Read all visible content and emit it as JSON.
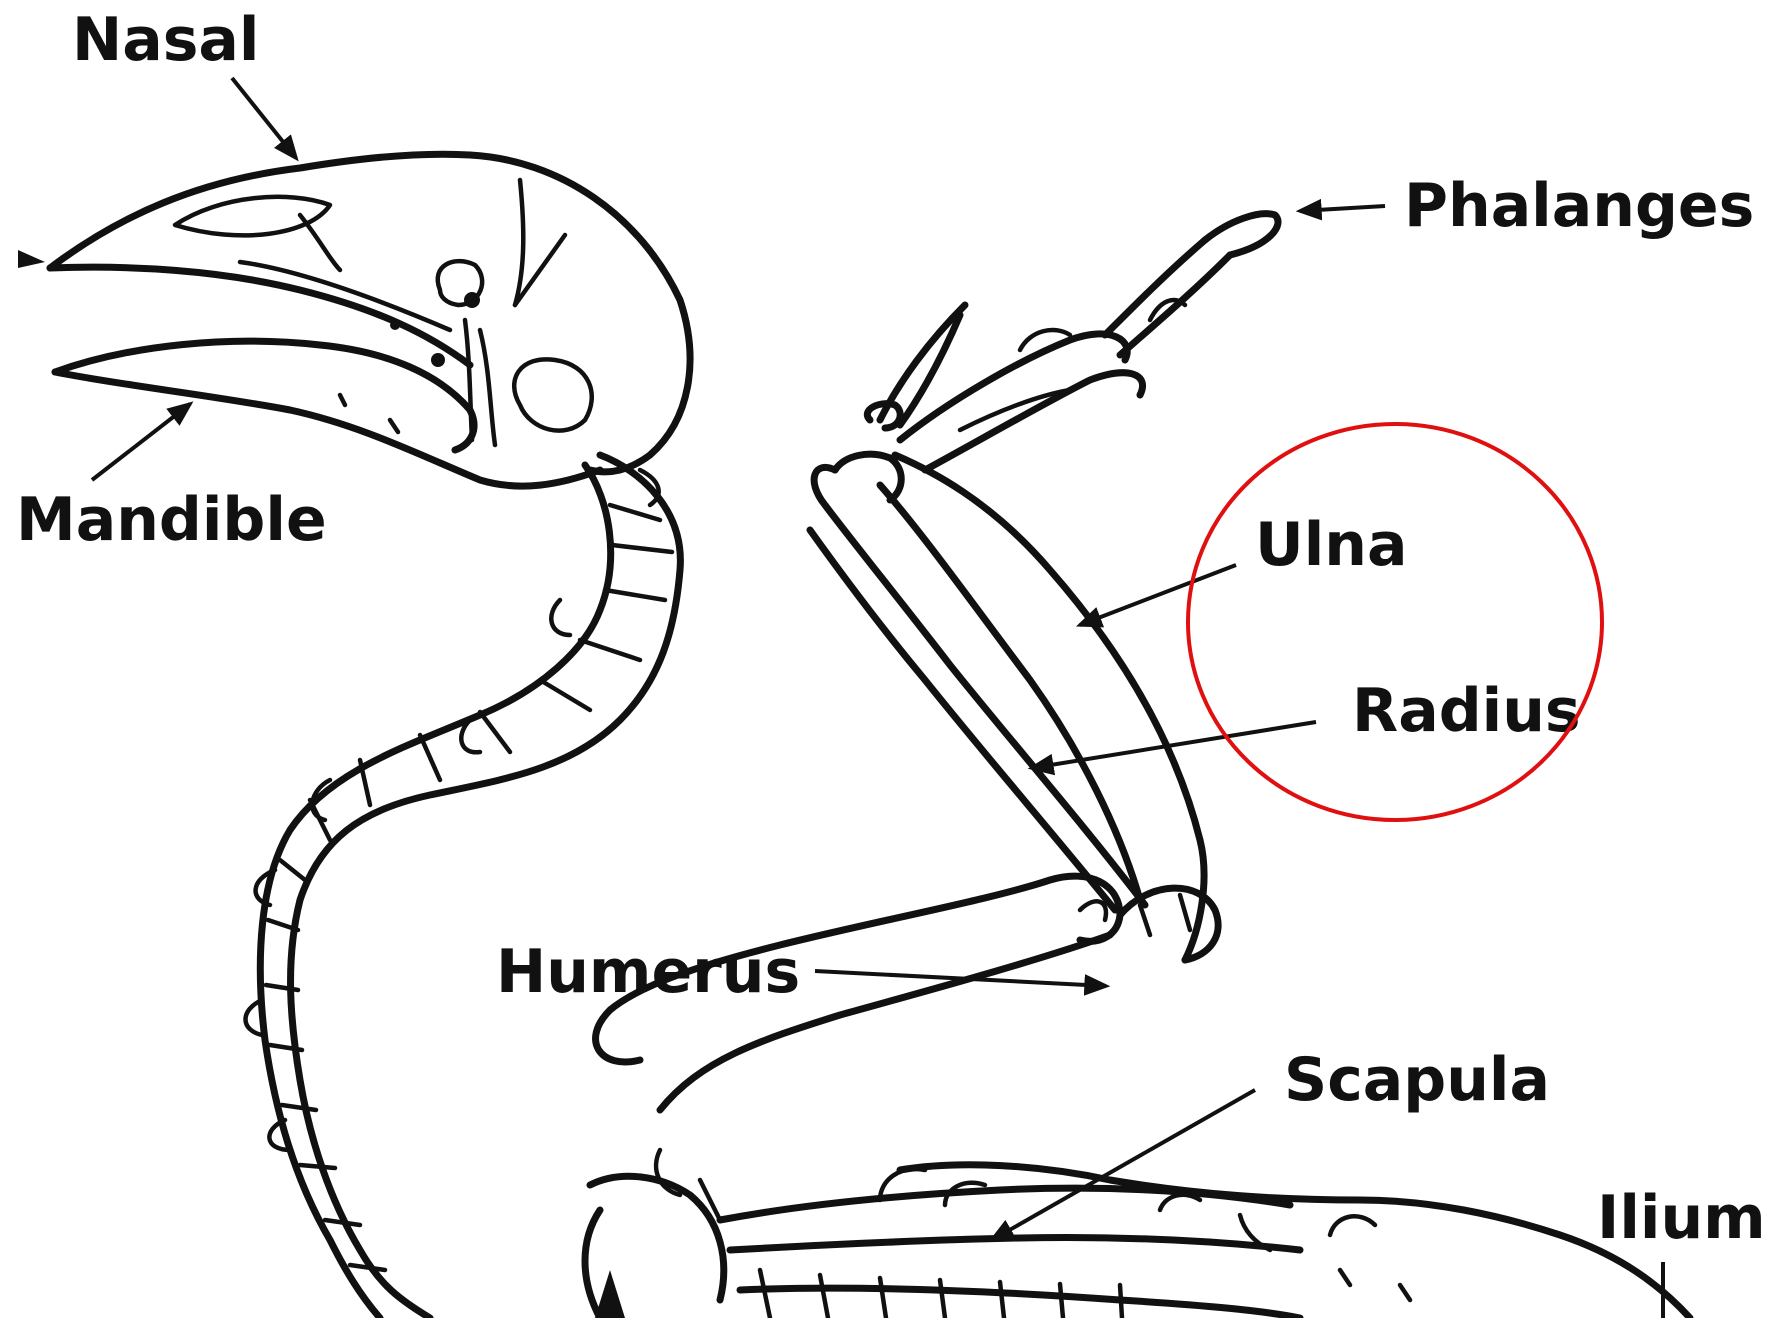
{
  "labels": {
    "nasal": "Nasal",
    "mandible": "Mandible",
    "phalanges": "Phalanges",
    "ulna": "Ulna",
    "radius": "Radius",
    "humerus": "Humerus",
    "scapula": "Scapula",
    "ilium": "Ilium"
  },
  "highlight": {
    "shape": "circle",
    "color": "#e01010",
    "encloses": [
      "Ulna",
      "Radius"
    ]
  },
  "colors": {
    "ink": "#111111",
    "background": "#ffffff"
  }
}
